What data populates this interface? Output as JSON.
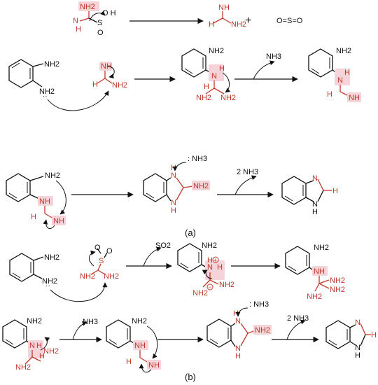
{
  "colors": {
    "text": "#111111",
    "accent": "#c0392b",
    "highlight": "#f6d3d8"
  },
  "labels": {
    "nh2": "NH2",
    "nh3": "NH3",
    "nh3_colon": ": NH3",
    "two_nh3": "2 NH3",
    "so2": "SO2",
    "so2_product": "O=S=O",
    "plus": "+",
    "h": "H",
    "nh": "NH",
    "n": "N",
    "s": "S",
    "o": "O",
    "oh_h": "O   H",
    "lone_pair": "··",
    "plus_charge": "+",
    "minus_charge": "−"
  },
  "captions": {
    "a": "(a)",
    "b": "(b)"
  }
}
